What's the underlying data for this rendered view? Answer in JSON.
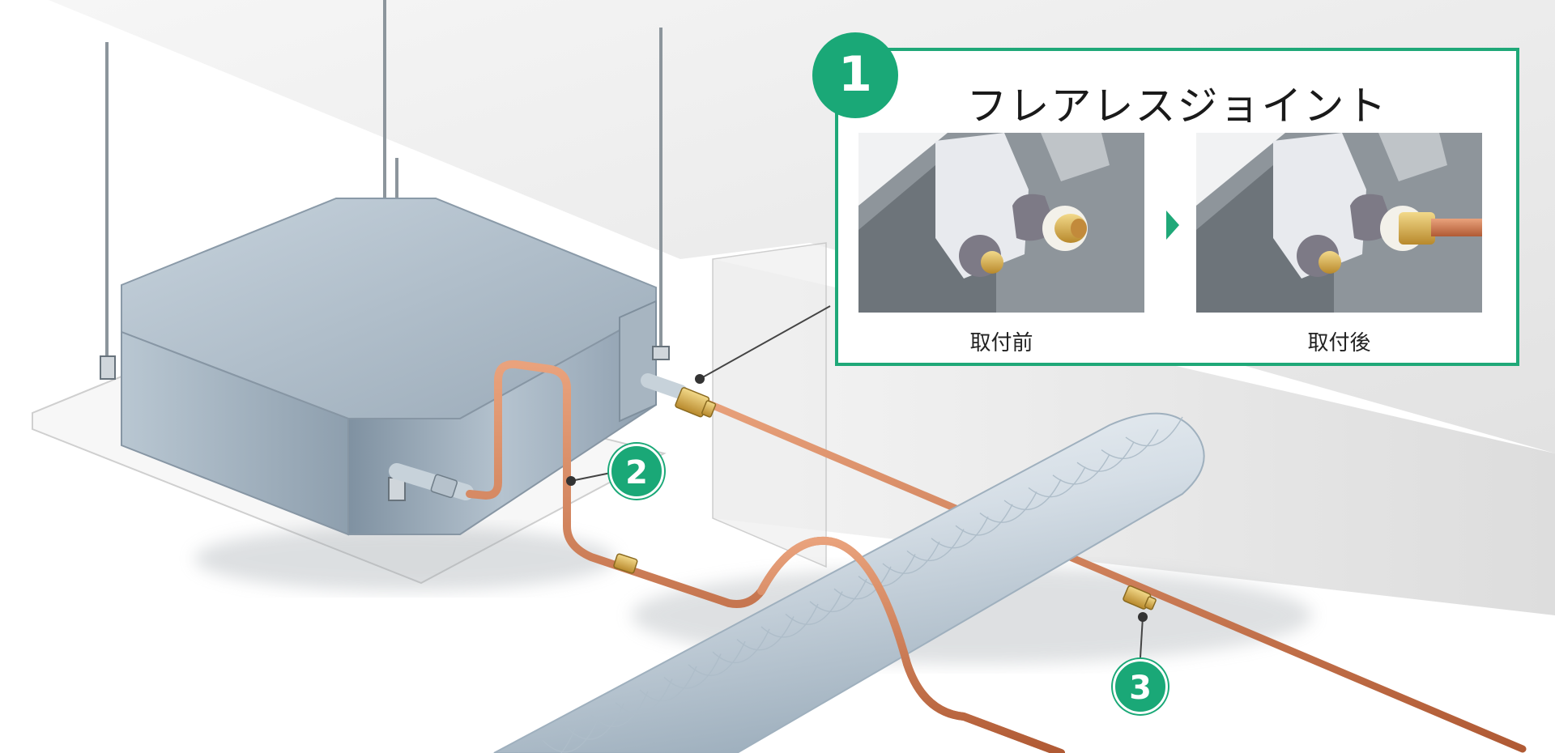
{
  "callout": {
    "number": "1",
    "title": "フレアレスジョイント",
    "before_label": "取付前",
    "after_label": "取付後"
  },
  "markers": [
    {
      "id": "2",
      "label": "2"
    },
    {
      "id": "3",
      "label": "3"
    }
  ],
  "colors": {
    "accent": "#1aa877",
    "copper": "#c8704a",
    "brass": "#d6b04a",
    "unit": "#a9b7c3",
    "duct": "#dfe6ec"
  }
}
